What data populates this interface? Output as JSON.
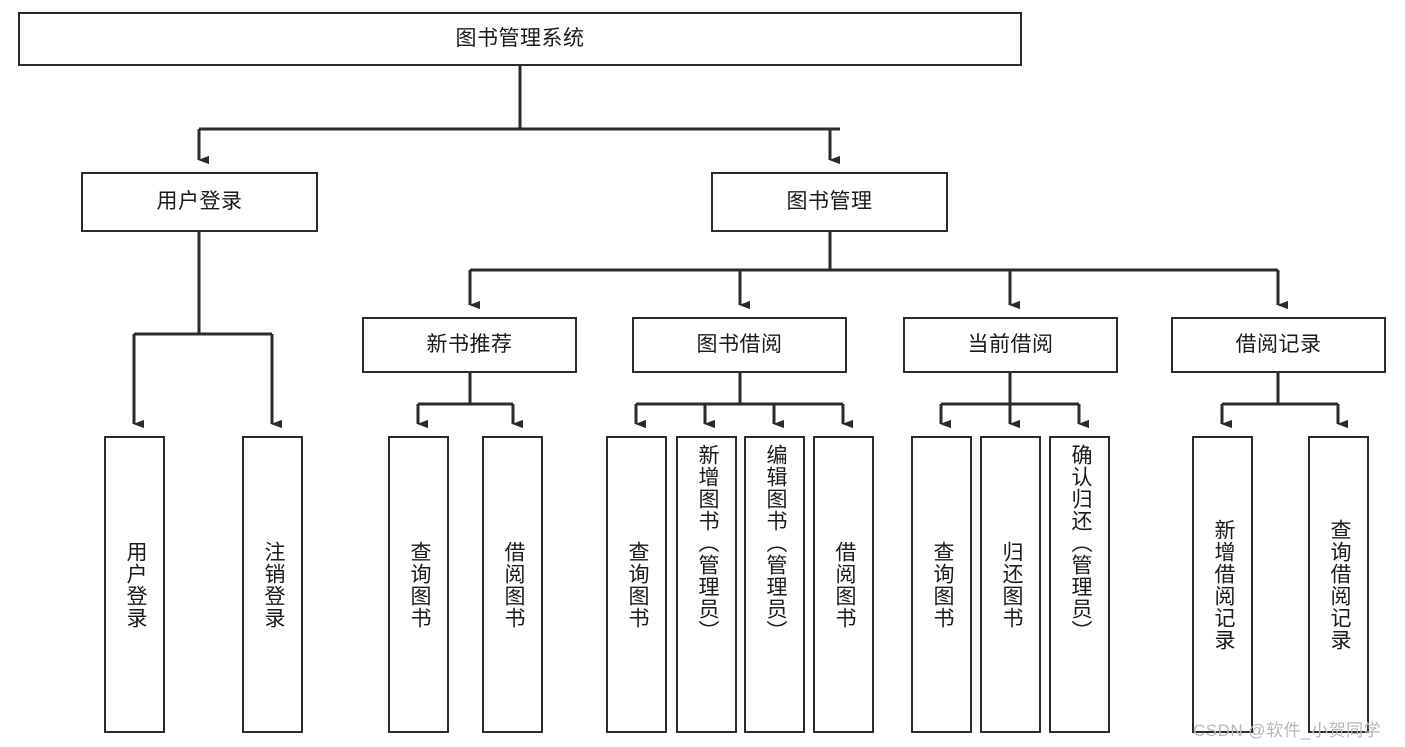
{
  "diagram": {
    "title": "图书管理系统",
    "type": "tree-hierarchy-chart",
    "watermark": "CSDN @软件_小贺同学",
    "colors": {
      "stroke": "#2b2b2b",
      "fill": "#ffffff",
      "text": "#1a1a1a",
      "watermark": "#b8b8b8"
    },
    "nodes": {
      "root": {
        "label": "图书管理系统"
      },
      "level2": [
        {
          "id": "user-login",
          "label": "用户登录"
        },
        {
          "id": "book-manage",
          "label": "图书管理"
        }
      ],
      "level3": [
        {
          "id": "new-book-recommend",
          "label": "新书推荐"
        },
        {
          "id": "book-borrow",
          "label": "图书借阅"
        },
        {
          "id": "current-borrow",
          "label": "当前借阅"
        },
        {
          "id": "borrow-record",
          "label": "借阅记录"
        }
      ],
      "leaves": [
        {
          "id": "leaf-user-login",
          "label": "用户登录",
          "parent": "user-login"
        },
        {
          "id": "leaf-user-logout",
          "label": "注销登录",
          "parent": "user-login"
        },
        {
          "id": "leaf-query-book-1",
          "label": "查询图书",
          "parent": "new-book-recommend"
        },
        {
          "id": "leaf-borrow-book-1",
          "label": "借阅图书",
          "parent": "new-book-recommend"
        },
        {
          "id": "leaf-query-book-2",
          "label": "查询图书",
          "parent": "book-borrow"
        },
        {
          "id": "leaf-add-book",
          "label": "新增图书（管理员）",
          "parent": "book-borrow"
        },
        {
          "id": "leaf-edit-book",
          "label": "编辑图书（管理员）",
          "parent": "book-borrow"
        },
        {
          "id": "leaf-borrow-book-2",
          "label": "借阅图书",
          "parent": "book-borrow"
        },
        {
          "id": "leaf-query-book-3",
          "label": "查询图书",
          "parent": "current-borrow"
        },
        {
          "id": "leaf-return-book",
          "label": "归还图书",
          "parent": "current-borrow"
        },
        {
          "id": "leaf-confirm-return",
          "label": "确认归还（管理员）",
          "parent": "current-borrow"
        },
        {
          "id": "leaf-add-record",
          "label": "新增借阅记录",
          "parent": "borrow-record"
        },
        {
          "id": "leaf-query-record",
          "label": "查询借阅记录",
          "parent": "borrow-record"
        }
      ]
    }
  }
}
